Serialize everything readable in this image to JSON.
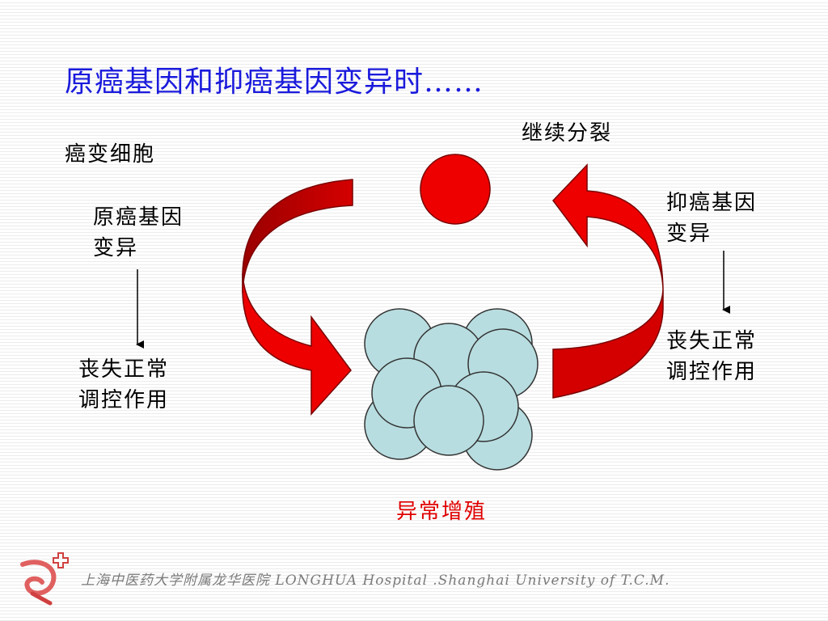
{
  "slide": {
    "title": "原癌基因和抑癌基因变异时……",
    "labels": {
      "continue_division": "继续分裂",
      "cancer_cell": "癌变细胞",
      "oncogene_mutation_line1": "原癌基因",
      "oncogene_mutation_line2": "变异",
      "left_loss_line1": "丧失正常",
      "left_loss_line2": "调控作用",
      "suppressor_mutation_line1": "抑癌基因",
      "suppressor_mutation_line2": "变异",
      "right_loss_line1": "丧失正常",
      "right_loss_line2": "调控作用",
      "abnormal_proliferation": "异常增殖"
    },
    "footer": "上海中医药大学附属龙华医院 LONGHUA Hospital .Shanghai University of T.C.M."
  },
  "colors": {
    "title": "#1a1adc",
    "arrow_red": "#dd0000",
    "cell_red": "#ee0000",
    "cell_blue": "#b8dde0",
    "result_text": "#e00000"
  }
}
